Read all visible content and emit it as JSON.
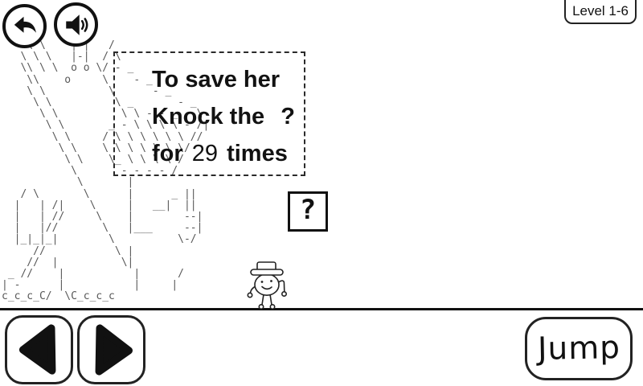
{
  "level_badge": {
    "text": "Level 1-6"
  },
  "toolbar": {
    "back_icon": "curved-back-arrow",
    "sound_icon": "speaker-with-sound-waves"
  },
  "speech_bubble": {
    "line1": "To save her",
    "line2_text": "Knock the",
    "line2_symbol": "?",
    "line3_word1": "for",
    "line3_count": "29",
    "line3_word2": "times"
  },
  "question_block": {
    "symbol": "?"
  },
  "monster": {
    "ascii_art": "    \\ \\    | |   /\n   \\ \\ \\   |-|  / \\\n   \\\\ \\ \\  o o \\/ - _\n    \\\\    o     \\    - _\n    \\ \\          \\      - _\n     \\ \\          \\ _       - _\n      \\ \\          \\ \\ - - _   \\\n       \\ \\       _ - \\ \\ \\ \\ - /|\n        \\ \\     / \\ \\ \\ \\ \\ \\ //\n         \\ \\    \\ \\ \\ \\ \\ \\ \\/\n          \\ \\    \\_ \\ \\ \\ \\ /\n           \\       - - - - /\n            \\       |\n   / \\       \\      |      _ ||\n  |   | /|    \\     |   __|  ||\n  |   | //     \\    |        --|\n  |   |//       \\   |___     --|\n  |_|_|_|        \\          \\-/\n     //           \\ |\n    //  |          \\|\n _ //    |           |      /\n| -      |           |     |\nc_c_c_C/  \\C_c_c_c"
  },
  "controls": {
    "left_icon": "left-triangle",
    "right_icon": "right-triangle",
    "jump_label": "Jump"
  },
  "colors": {
    "ink": "#111111",
    "ascii_gray": "#585858"
  }
}
